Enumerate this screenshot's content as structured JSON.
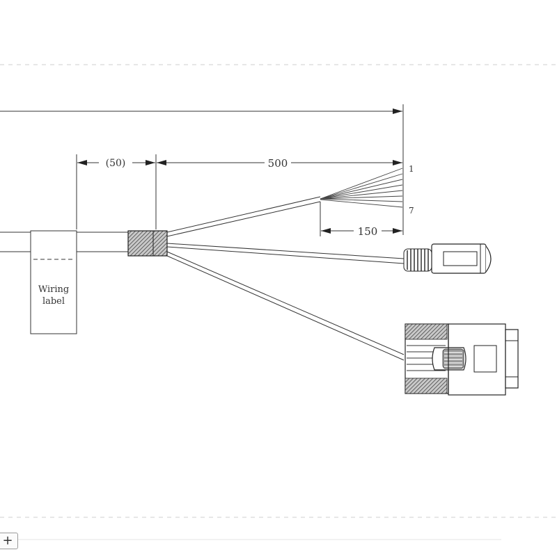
{
  "dimensions": {
    "left_segment": "(50)",
    "breakout_length": "500",
    "wire_tail_length": "150"
  },
  "pins": {
    "first": "1",
    "last": "7"
  },
  "wiring_label": {
    "line1": "Wiring",
    "line2": "label"
  },
  "components": [
    "main-cable",
    "overmold-splitter",
    "loose-wire-bundle",
    "barrel-plug-connector",
    "db9-connector"
  ],
  "toolbar": {
    "zoom_in": "+"
  }
}
